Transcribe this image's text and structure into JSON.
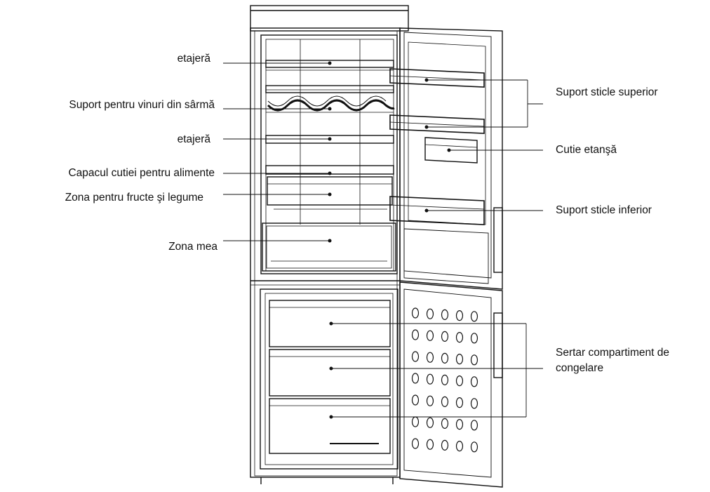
{
  "labels_left": [
    {
      "id": "shelf-top",
      "text": "etajeră"
    },
    {
      "id": "wine-rack",
      "text": "Suport pentru vinuri din sârmă"
    },
    {
      "id": "shelf-mid",
      "text": "etajeră"
    },
    {
      "id": "crisper-cover",
      "text": "Capacul cutiei pentru alimente"
    },
    {
      "id": "crisper",
      "text": "Zona pentru fructe şi legume"
    },
    {
      "id": "my-zone",
      "text": "Zona mea"
    }
  ],
  "labels_right": [
    {
      "id": "upper-bottle-rack",
      "text": "Suport sticle superior"
    },
    {
      "id": "sealed-box",
      "text": "Cutie etanşă"
    },
    {
      "id": "lower-bottle-rack",
      "text": "Suport sticle inferior"
    },
    {
      "id": "freezer-drawer",
      "text": "Sertar compartiment de congelare"
    }
  ],
  "colors": {
    "line": "#111111",
    "background": "#ffffff"
  }
}
